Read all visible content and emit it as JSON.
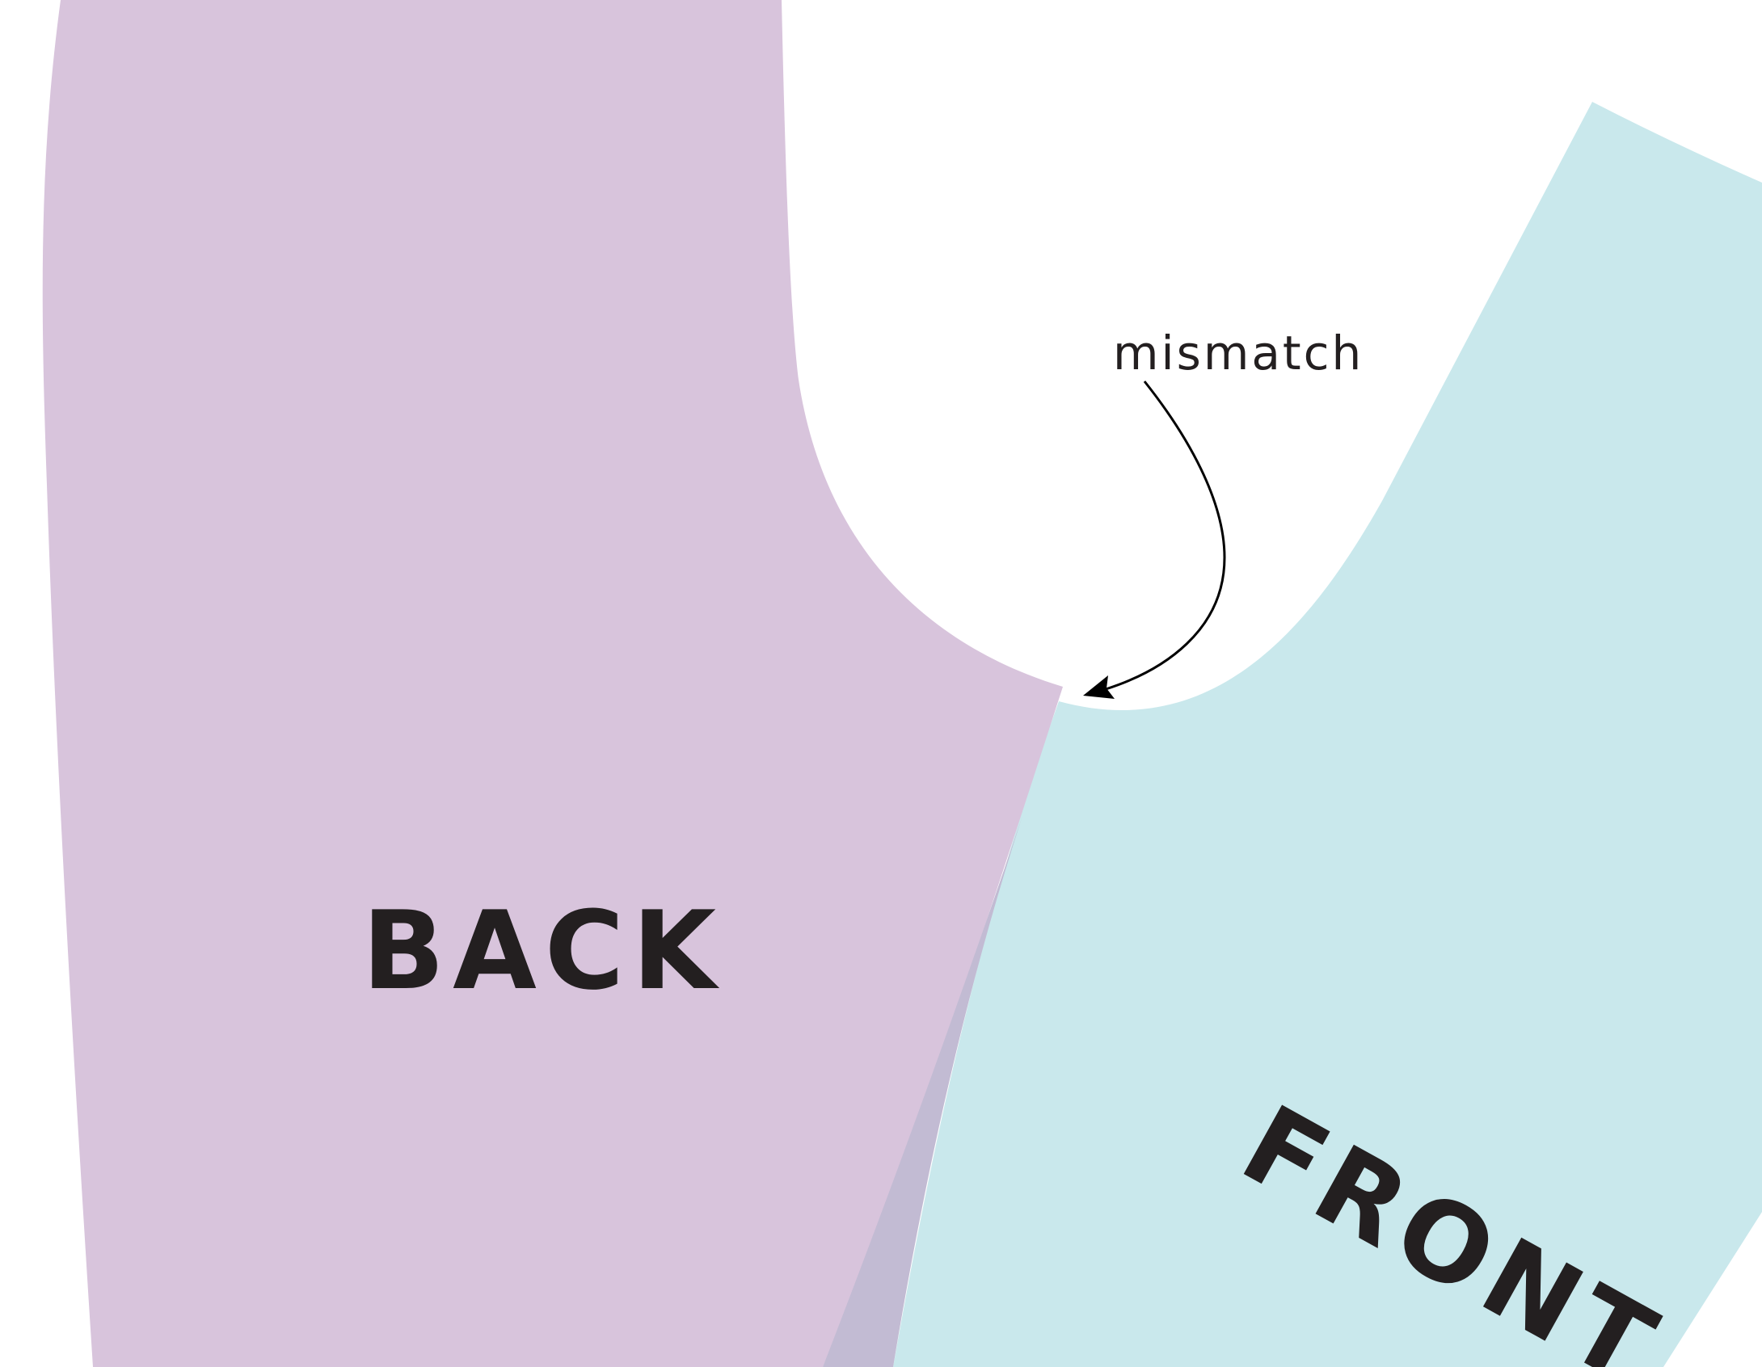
{
  "pieces": {
    "back": {
      "label": "BACK",
      "color": "#d8c4dc"
    },
    "front": {
      "label": "FRONT",
      "color": "#c9e8ec"
    },
    "overlap": {
      "color": "#c2bbd3"
    }
  },
  "callout": {
    "label": "mismatch",
    "text_color": "#231f20",
    "arrow_color": "#000000"
  },
  "label_color": "#231f20"
}
